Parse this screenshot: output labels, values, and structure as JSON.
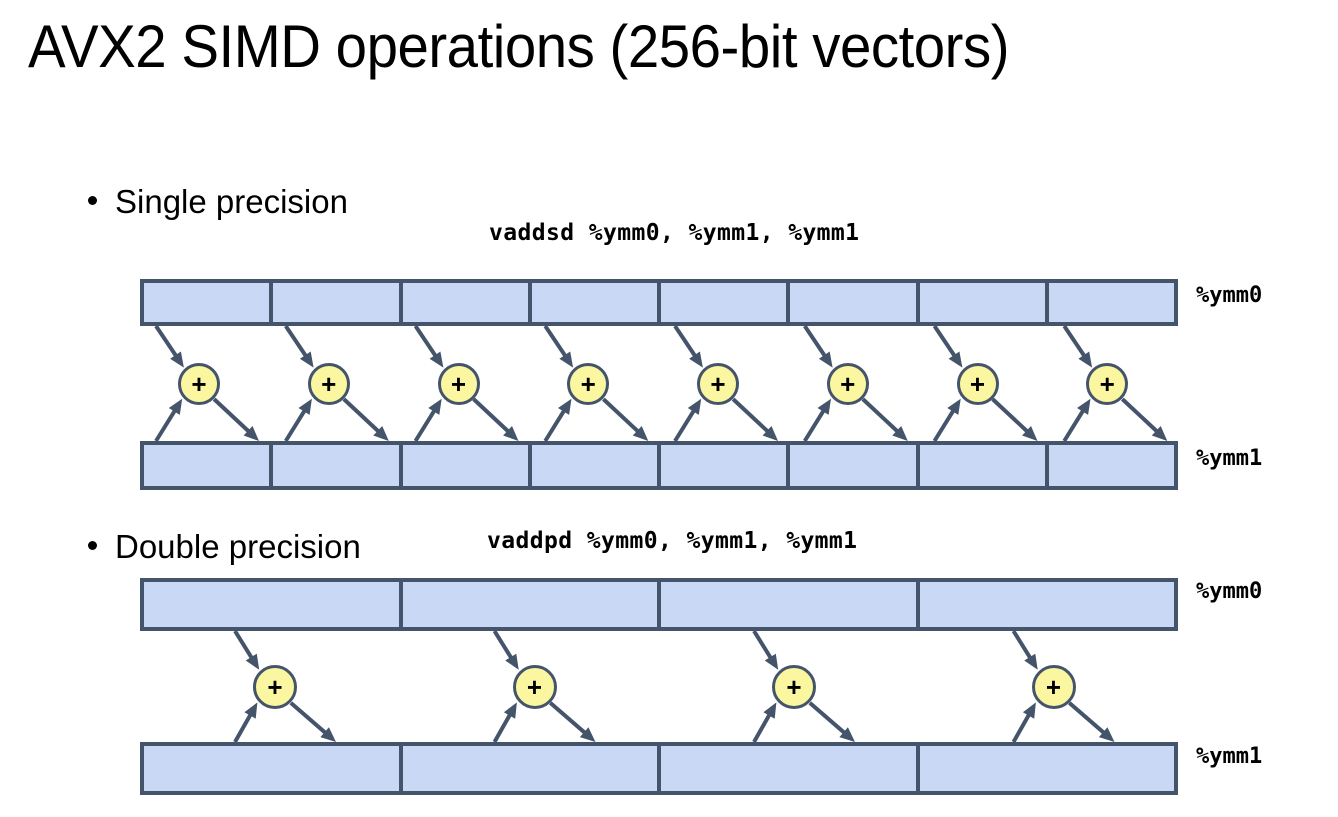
{
  "slide": {
    "title": "AVX2 SIMD operations (256-bit vectors)"
  },
  "colors": {
    "cell_fill": "#C9D9F5",
    "cell_border": "#44546A",
    "adder_fill": "#FBF7A0",
    "adder_border": "#44546A",
    "arrow": "#44546A",
    "text": "#000000",
    "background": "#FFFFFF"
  },
  "sections": [
    {
      "bullet_label": "Single precision",
      "instruction": "vaddsd %ymm0, %ymm1, %ymm1",
      "lanes": 8,
      "operator": "+",
      "source_register_label": "%ymm0",
      "dest_register_label": "%ymm1"
    },
    {
      "bullet_label": "Double precision",
      "instruction": "vaddpd %ymm0, %ymm1, %ymm1",
      "lanes": 4,
      "operator": "+",
      "source_register_label": "%ymm0",
      "dest_register_label": "%ymm1"
    }
  ]
}
